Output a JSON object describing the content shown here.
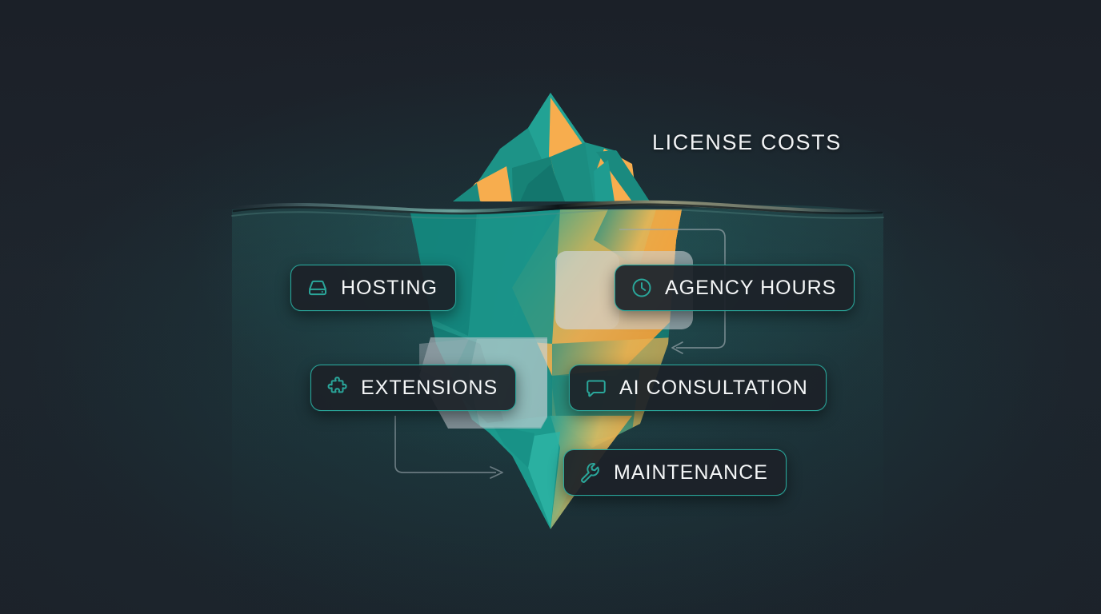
{
  "theme": {
    "background": "#1e242c",
    "accent_teal": "#2aa69a",
    "accent_orange": "#f5a33f",
    "ice_teal": "#1f9c90",
    "ice_teal_dark": "#127a72",
    "ice_gray": "#c3c8ce",
    "text": "#f4f6f7",
    "connector": "#9aa7ad"
  },
  "infographic": {
    "type": "iceberg",
    "title": "LICENSE COSTS",
    "above_water_label": "LICENSE COSTS",
    "hidden_cost_items": [
      {
        "id": "hosting",
        "label": "HOSTING",
        "icon": "hard-drive-icon"
      },
      {
        "id": "agency",
        "label": "AGENCY HOURS",
        "icon": "clock-icon"
      },
      {
        "id": "extensions",
        "label": "EXTENSIONS",
        "icon": "puzzle-piece-icon"
      },
      {
        "id": "ai",
        "label": "AI CONSULTATION",
        "icon": "speech-bubble-icon"
      },
      {
        "id": "maintenance",
        "label": "MAINTENANCE",
        "icon": "wrench-icon"
      }
    ],
    "connectors": [
      {
        "id": "connector-agency-loop",
        "from": "agency-hours-top",
        "to": "agency-hours-left",
        "arrow": "left"
      },
      {
        "id": "connector-extensions-loop",
        "from": "extensions-bottom",
        "to": "iceberg-tip",
        "arrow": "right"
      }
    ]
  }
}
